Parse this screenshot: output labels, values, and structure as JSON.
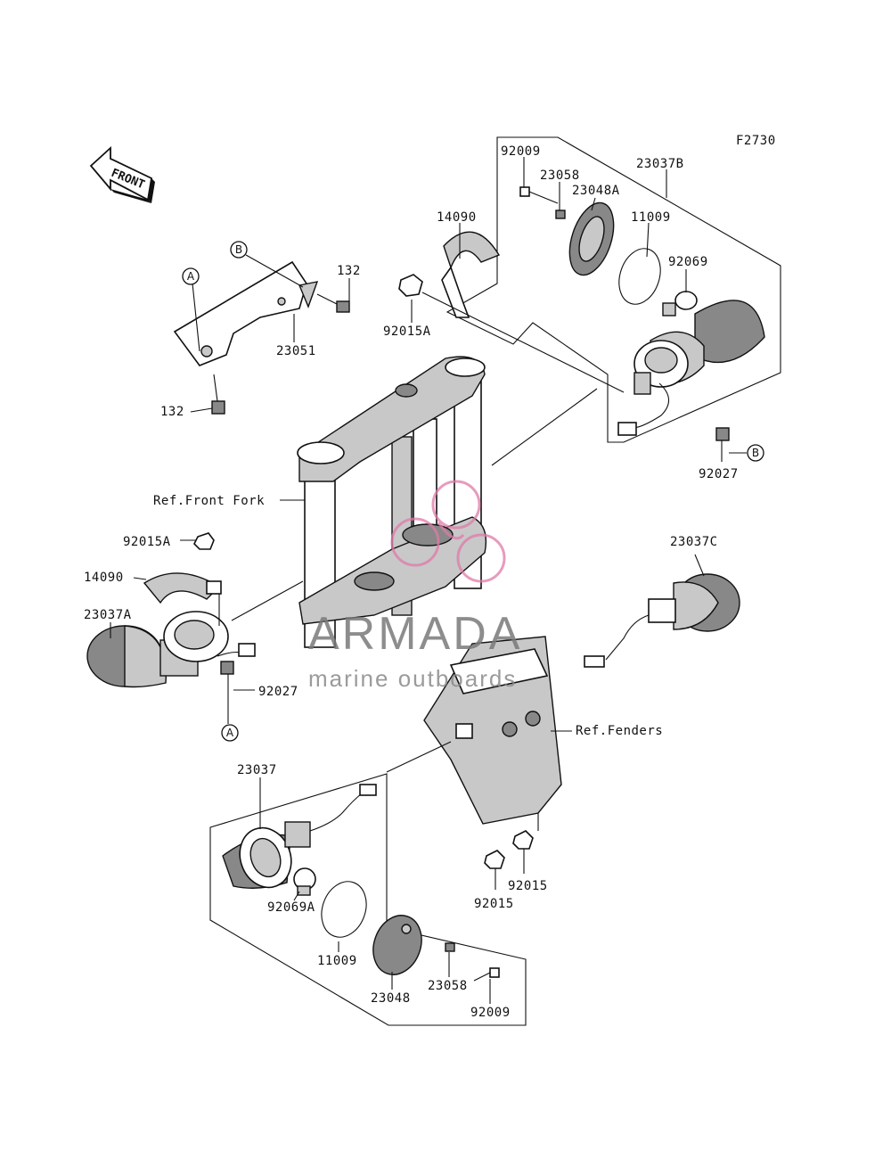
{
  "diagram_code": "F2730",
  "front_label": "FRONT",
  "references": {
    "front_fork": "Ref.Front Fork",
    "fenders": "Ref.Fenders"
  },
  "callouts": {
    "A": "A",
    "B": "B"
  },
  "parts": {
    "p92009_top": "92009",
    "p23058_top": "23058",
    "p23037B": "23037B",
    "p23048A": "23048A",
    "p11009_top": "11009",
    "p92069": "92069",
    "p14090_top": "14090",
    "p92015A_top": "92015A",
    "p132_top": "132",
    "p23051": "23051",
    "p132_bottom": "132",
    "p92027_right": "92027",
    "p92015A_left": "92015A",
    "p14090_left": "14090",
    "p23037A": "23037A",
    "p92027_left": "92027",
    "p23037C": "23037C",
    "p23037": "23037",
    "p92069A": "92069A",
    "p11009_bottom": "11009",
    "p23048": "23048",
    "p23058_bottom": "23058",
    "p92009_bottom": "92009",
    "p92015_left": "92015",
    "p92015_right": "92015"
  },
  "watermark": {
    "brand": "ARMADA",
    "tagline": "marine outboards"
  },
  "colors": {
    "watermark_logo": "#e07aa8",
    "line": "#111111"
  }
}
